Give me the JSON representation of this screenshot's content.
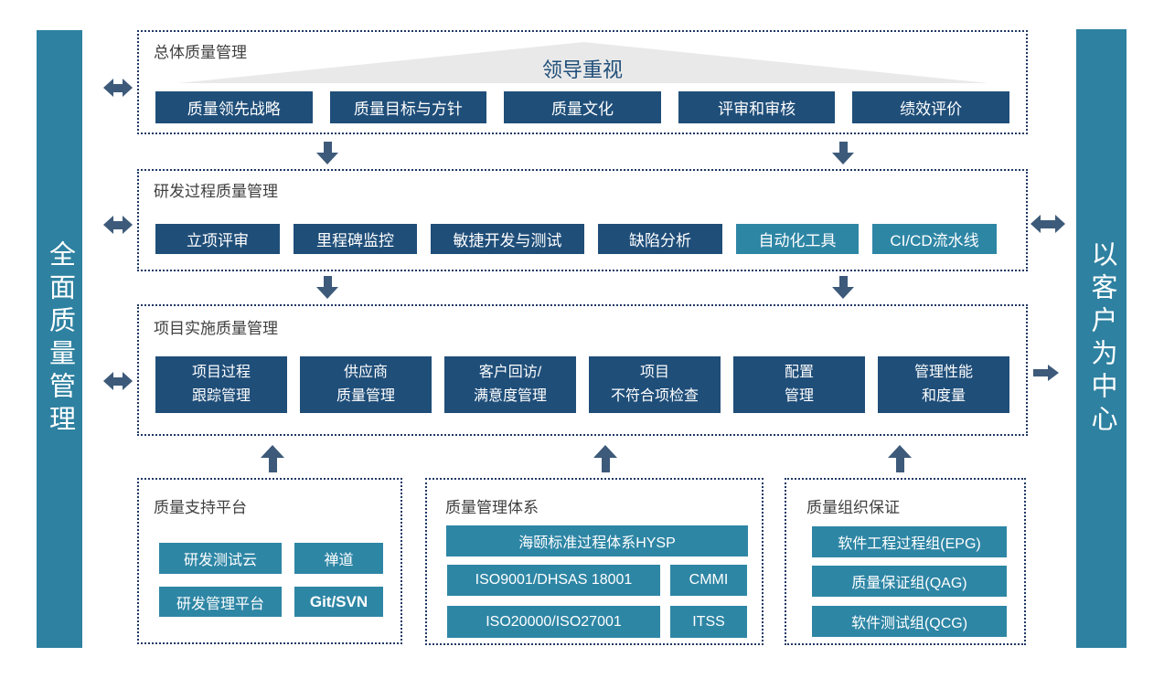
{
  "colors": {
    "page_bg": "#FFFFFF",
    "dark_blue": "#1F4E79",
    "teal": "#2E86A5",
    "bar_teal": "#2E81A0",
    "arrow": "#3D5A7A",
    "border": "#1F3864",
    "triangle_gray": "#E9E9E9",
    "title_text": "#3F3F3F",
    "banner_text": "#1F4E79"
  },
  "left_bar": {
    "label": "全面质量管理"
  },
  "right_bar": {
    "label": "以客户为中心"
  },
  "sections": {
    "overall": {
      "title": "总体质量管理",
      "banner": "领导重视",
      "buttons": [
        "质量领先战略",
        "质量目标与方针",
        "质量文化",
        "评审和审核",
        "绩效评价"
      ]
    },
    "rd_process": {
      "title": "研发过程质量管理",
      "buttons": [
        {
          "label": "立项评审",
          "style": "dark"
        },
        {
          "label": "里程碑监控",
          "style": "dark"
        },
        {
          "label": "敏捷开发与测试",
          "style": "dark"
        },
        {
          "label": "缺陷分析",
          "style": "dark"
        },
        {
          "label": "自动化工具",
          "style": "teal"
        },
        {
          "label": "CI/CD流水线",
          "style": "teal"
        }
      ]
    },
    "project": {
      "title": "项目实施质量管理",
      "buttons": [
        {
          "line1": "项目过程",
          "line2": "跟踪管理"
        },
        {
          "line1": "供应商",
          "line2": "质量管理"
        },
        {
          "line1": "客户回访/",
          "line2": "满意度管理"
        },
        {
          "line1": "项目",
          "line2": "不符合项检查"
        },
        {
          "line1": "配置",
          "line2": "管理"
        },
        {
          "line1": "管理性能",
          "line2": "和度量"
        }
      ]
    }
  },
  "bottom": {
    "platform": {
      "title": "质量支持平台",
      "buttons": [
        "研发测试云",
        "禅道",
        "研发管理平台",
        "Git/SVN"
      ]
    },
    "system": {
      "title": "质量管理体系",
      "wide_button": "海颐标准过程体系HYSP",
      "rows": [
        [
          "ISO9001/DHSAS 18001",
          "CMMI"
        ],
        [
          "ISO20000/ISO27001",
          "ITSS"
        ]
      ]
    },
    "organization": {
      "title": "质量组织保证",
      "buttons": [
        "软件工程过程组(EPG)",
        "质量保证组(QAG)",
        "软件测试组(QCG)"
      ]
    }
  }
}
